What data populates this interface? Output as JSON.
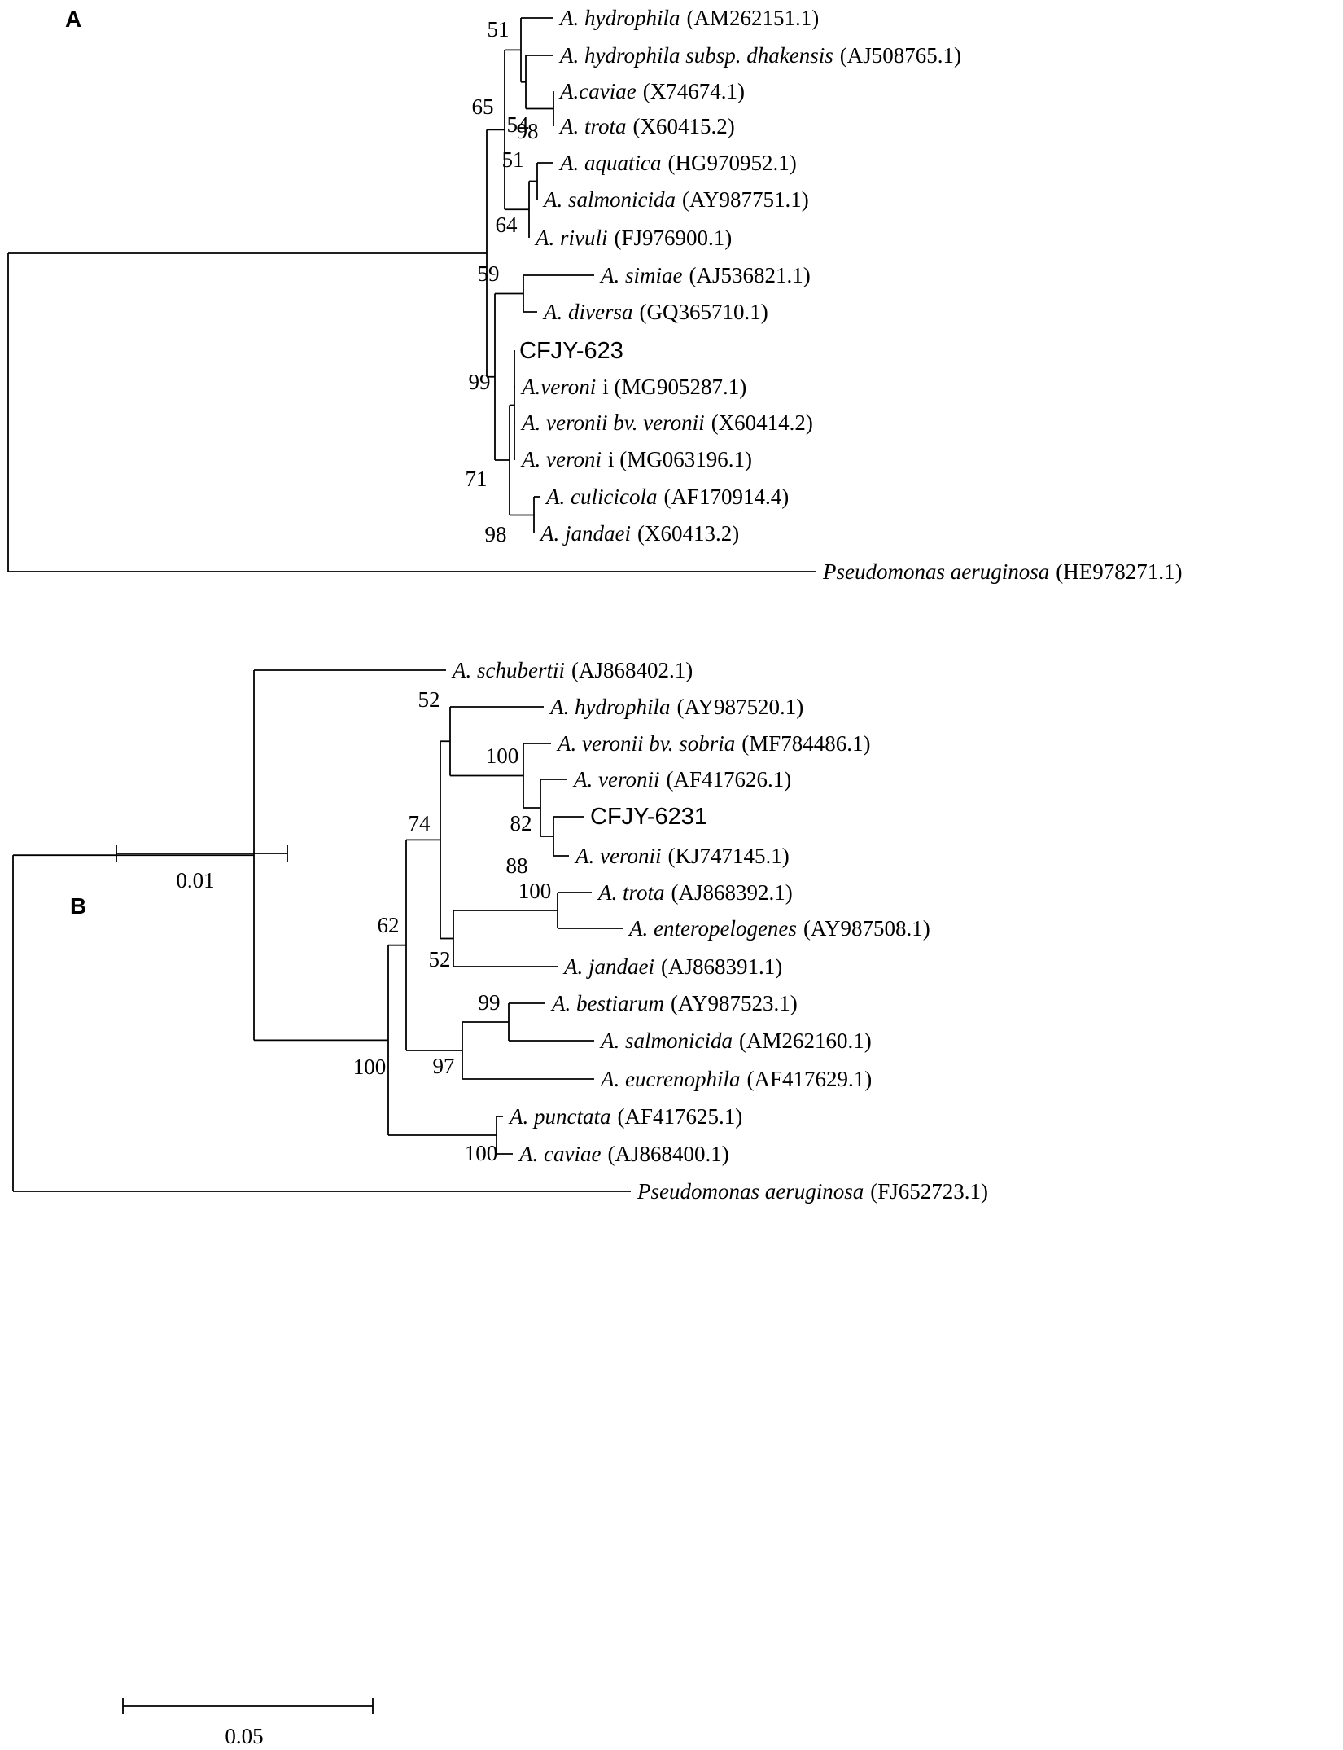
{
  "panels": [
    {
      "id": "A",
      "label": "A",
      "scale_label": "0.01",
      "leaves": [
        {
          "id": "hyd",
          "species": "A. hydrophila",
          "accession": "(AM262151.1)"
        },
        {
          "id": "dha",
          "species": "A. hydrophila subsp. dhakensis",
          "accession": "(AJ508765.1)"
        },
        {
          "id": "cav",
          "species": "A.caviae",
          "accession": "(X74674.1)"
        },
        {
          "id": "tro",
          "species": "A. trota",
          "accession": "(X60415.2)"
        },
        {
          "id": "aqu",
          "species": "A. aquatica",
          "accession": "(HG970952.1)"
        },
        {
          "id": "sal",
          "species": "A. salmonicida",
          "accession": "(AY987751.1)"
        },
        {
          "id": "riv",
          "species": "A. rivuli",
          "accession": "(FJ976900.1)"
        },
        {
          "id": "sim",
          "species": "A. simiae",
          "accession": "(AJ536821.1)"
        },
        {
          "id": "div",
          "species": "A. diversa",
          "accession": "(GQ365710.1)"
        },
        {
          "id": "cfj",
          "species": "",
          "accession": "",
          "plain": "CFJY-623"
        },
        {
          "id": "ve1",
          "species": "A.veroni",
          "accession": "i (MG905287.1)"
        },
        {
          "id": "ve2",
          "species": "A. veronii bv. veronii",
          "accession": "(X60414.2)"
        },
        {
          "id": "ve3",
          "species": "A. veroni",
          "accession": "i (MG063196.1)"
        },
        {
          "id": "cul",
          "species": "A. culicicola",
          "accession": "(AF170914.4)"
        },
        {
          "id": "jan",
          "species": "A. jandaei",
          "accession": "(X60413.2)"
        },
        {
          "id": "pse",
          "species": "Pseudomonas aeruginosa",
          "accession": "(HE978271.1)"
        }
      ],
      "bootstrap": [
        "51",
        "98",
        "54",
        "65",
        "51",
        "64",
        "59",
        "99",
        "71",
        "98"
      ]
    },
    {
      "id": "B",
      "label": "B",
      "scale_label": "0.05",
      "leaves": [
        {
          "id": "sch",
          "species": "A. schubertii",
          "accession": "(AJ868402.1)"
        },
        {
          "id": "hyd",
          "species": "A. hydrophila",
          "accession": "(AY987520.1)"
        },
        {
          "id": "vbs",
          "species": "A. veronii bv. sobria",
          "accession": "(MF784486.1)"
        },
        {
          "id": "ve1",
          "species": "A. veronii",
          "accession": "(AF417626.1)"
        },
        {
          "id": "cfj",
          "species": "",
          "accession": "",
          "plain": "CFJY-6231"
        },
        {
          "id": "ve2",
          "species": "A. veronii",
          "accession": "(KJ747145.1)"
        },
        {
          "id": "tro",
          "species": "A. trota",
          "accession": "(AJ868392.1)"
        },
        {
          "id": "ent",
          "species": "A. enteropelogenes",
          "accession": "(AY987508.1)"
        },
        {
          "id": "jan",
          "species": "A. jandaei",
          "accession": "(AJ868391.1)"
        },
        {
          "id": "bes",
          "species": "A. bestiarum",
          "accession": "(AY987523.1)"
        },
        {
          "id": "sal",
          "species": "A. salmonicida",
          "accession": "(AM262160.1)"
        },
        {
          "id": "euc",
          "species": "A. eucrenophila",
          "accession": "(AF417629.1)"
        },
        {
          "id": "pun",
          "species": "A. punctata",
          "accession": "(AF417625.1)"
        },
        {
          "id": "cav",
          "species": "A. caviae",
          "accession": "(AJ868400.1)"
        },
        {
          "id": "pse",
          "species": "Pseudomonas aeruginosa",
          "accession": "(FJ652723.1)"
        }
      ],
      "bootstrap": [
        "52",
        "100",
        "82",
        "88",
        "74",
        "100",
        "52",
        "62",
        "99",
        "97",
        "100",
        "100"
      ]
    }
  ]
}
